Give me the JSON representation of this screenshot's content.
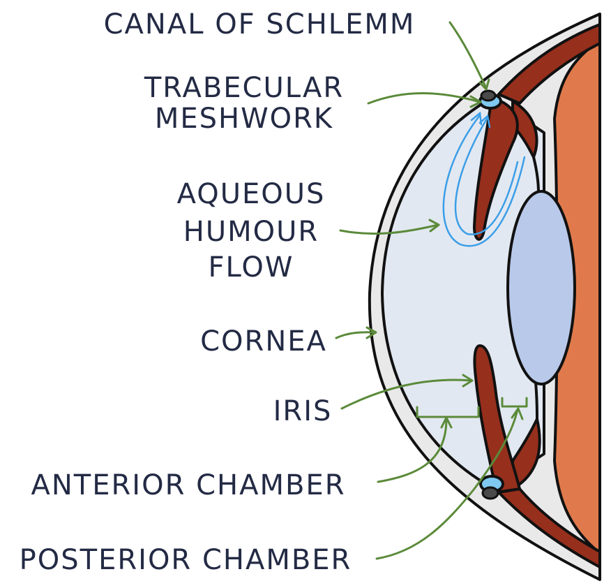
{
  "labels": {
    "canal_of_schlemm": "CANAL OF SCHLEMM",
    "trabecular_meshwork": [
      "TRABECULAR",
      "MESHWORK"
    ],
    "aqueous_humour_flow": [
      "AQUEOUS",
      "HUMOUR",
      "FLOW"
    ],
    "cornea": "CORNEA",
    "iris": "IRIS",
    "anterior_chamber": "ANTERIOR CHAMBER",
    "posterior_chamber": "POSTERIOR CHAMBER"
  },
  "colors": {
    "text": "#232a44",
    "leader_lines": "#5b8a3a",
    "sclera": "#e9e9ea",
    "chamber_fluid": "#e2e8f1",
    "lens": "#b9c9ea",
    "iris_ciliary": "#962f1c",
    "choroid": "#e07a4c",
    "aqueous_flow": "#3a9ee8",
    "canal_of_schlemm": "#4a4a4a",
    "trabecular_meshwork": "#7fc8ef"
  }
}
